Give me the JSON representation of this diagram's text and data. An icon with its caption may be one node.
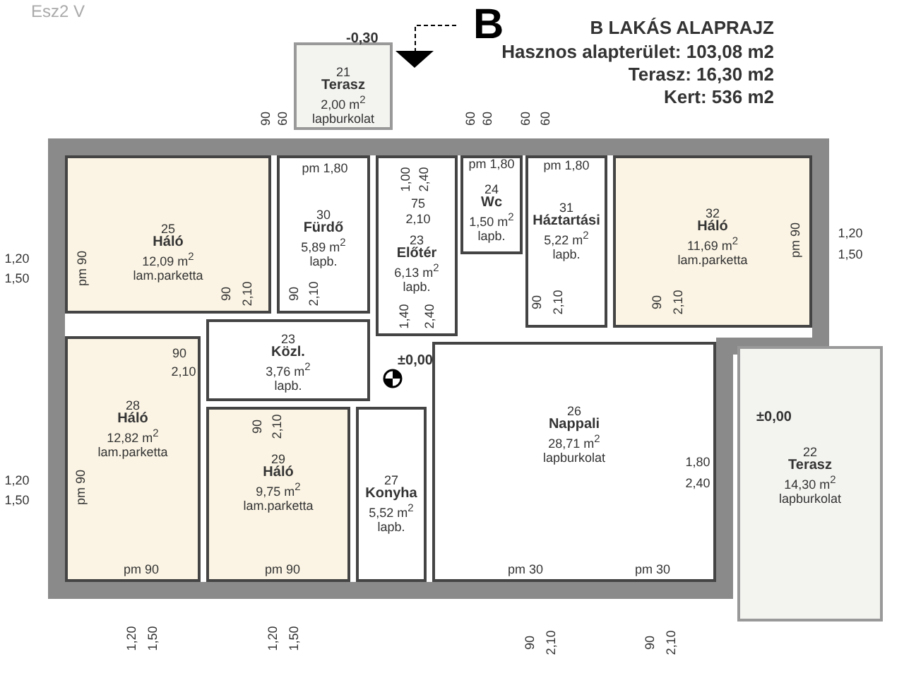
{
  "diagram": {
    "title": "B LAKÁS ALAPRAJZ",
    "nodes": [
      {
        "text": [
          "21",
          "Terasz",
          "2,00 m$^{2}$",
          "lapburkolat"
        ]
      },
      {
        "text": [
          "25",
          "Háló",
          "12,09 m$^{2}$",
          "lam.parketta"
        ]
      },
      {
        "text": [
          "30",
          "Fürdő",
          "5,89 m$^{2}$",
          "lapb."
        ]
      },
      {
        "text": [
          "23",
          "Előtér",
          "6,13 m$^{2}$",
          "lapb."
        ]
      },
      {
        "text": [
          "24",
          "Wc",
          "1,50 m$^{2}$",
          "lapb."
        ]
      },
      {
        "text": [
          "31",
          "Háztartási",
          "5,22 m$^{2}$",
          "lapb."
        ]
      },
      {
        "text": [
          "32",
          "Háló",
          "11,69 m$^{2}$",
          "lam.parketta"
        ]
      },
      {
        "text": [
          "23",
          "Közl.",
          "3,76 m$^{2}$",
          "lapb."
        ]
      },
      {
        "text": [
          "28",
          "Háló",
          "12,82 m$^{2}$",
          "lam.parketta"
        ]
      },
      {
        "text": [
          "26",
          "Nappali",
          "28,71 m$^{2}$",
          "lapburkolat"
        ]
      },
      {
        "text": [
          "29",
          "Háló",
          "9,75 m$^{2}$",
          "lam.parketta"
        ]
      },
      {
        "text": [
          "27",
          "Konyha",
          "5,52 m$^{2}$",
          "lapb."
        ]
      },
      {
        "text": [
          "22",
          "Terasz",
          "14,30 m$^{2}$",
          "lapburkolat"
        ]
      }
    ],
    "labels": [
      "Esz2 V",
      "B",
      "-0,30",
      "Hasznos alapterület: 103,08 m2",
      "Terasz:  16,30 m2",
      "Kert: 536 m2",
      "90",
      "60",
      "60",
      "60",
      "60",
      "60",
      "pm 1,80",
      "1,00",
      "2,40",
      "75",
      "2,10",
      "pm 1,80",
      "pm 1,80",
      "1,20",
      "1,50",
      "pm 90",
      "90",
      "2,10",
      "90",
      "2,10",
      "1,40",
      "2,40",
      "90",
      "2,10",
      "90",
      "2,10",
      "pm 90",
      "1,20",
      "1,50",
      "90",
      "2,10",
      "90",
      "2,10",
      "1,20",
      "1,50",
      "pm 90",
      "pm 90",
      "1,20",
      "1,50",
      "pm 90",
      "1,20",
      "1,50",
      "pm 30",
      "90",
      "2,10",
      "pm 30",
      "90",
      "2,10",
      "±0,00",
      "1,80",
      "2,40",
      "±0,00"
    ]
  }
}
